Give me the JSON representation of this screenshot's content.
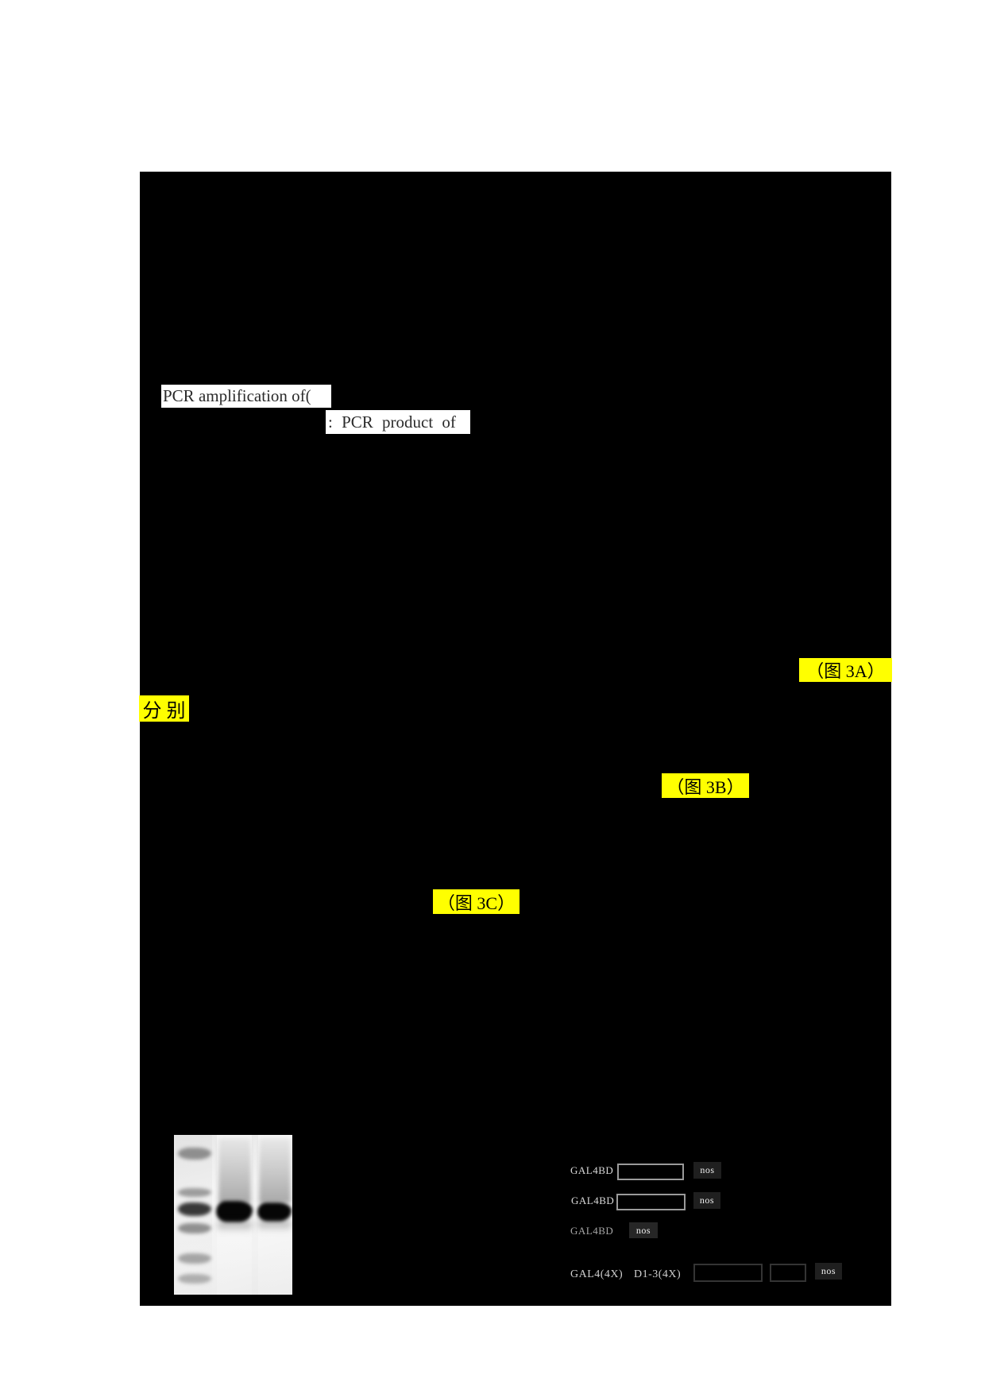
{
  "caption": {
    "line1": "PCR amplification of",
    "line1_fragment": "(",
    "line2": ": PCR product of"
  },
  "highlights": {
    "fig3a": "（图 3A）",
    "fenbie": "分 别",
    "fig3b": "（图 3B）",
    "fig3c": "（图 3C）"
  },
  "diagram": {
    "row1": {
      "label": "GAL4BD",
      "terminator": "nos"
    },
    "row2": {
      "label": "GAL4BD",
      "terminator": "nos"
    },
    "row3": {
      "label": "GAL4BD",
      "terminator": "nos"
    },
    "row4": {
      "label_a": "GAL4(4X)",
      "label_b": "D1-3(4X)",
      "terminator": "nos"
    }
  },
  "gel": {
    "ladder_band_count": 6,
    "sample_lane_count": 2
  },
  "colors": {
    "page_bg": "#ffffff",
    "panel_bg": "#000000",
    "highlight": "#ffff00",
    "caption_bg": "#ffffff",
    "caption_text": "#2b2b2b",
    "diagram_text": "#d9d9d9",
    "nos_box_bg": "#1f1f1f"
  }
}
